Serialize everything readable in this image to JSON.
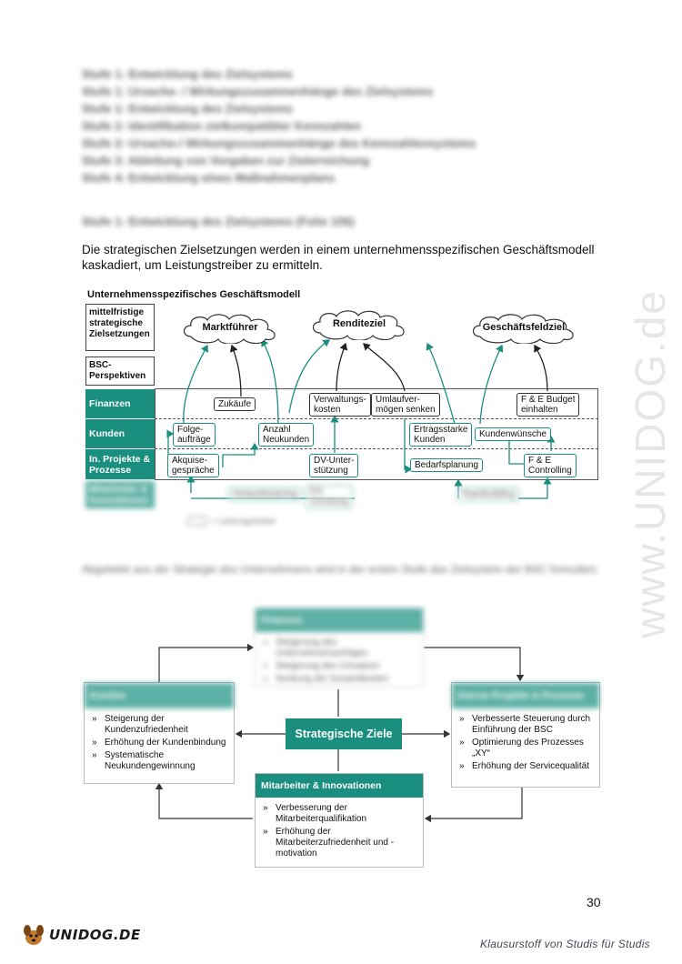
{
  "toc": {
    "lines": [
      "Stufe 1: Entwicklung des Zielsystems",
      "Stufe 1: Ursache- / Wirkungszusammenhänge des Zielsystems",
      "Stufe 1: Entwicklung des Zielsystems",
      "Stufe 2: Identifikation zielkompatibler Kennzahlen",
      "Stufe 2: Ursache-/ Wirkungszusammenhänge des Kennzahlensystems",
      "Stufe 3: Ableitung von Vorgaben zur Zielerreichung",
      "Stufe 4: Entwicklung eines Maßnahmenplans"
    ]
  },
  "section_heading": "Stufe 1: Entwicklung des Zielsystems (Folie 106)",
  "intro": "Die strategischen Zielsetzungen werden in einem unternehmensspezifischen Geschäftsmodell kaskadiert, um Leistungstreiber zu ermitteln.",
  "watermark": "www.UNIDOG.de",
  "diagram1": {
    "title": "Unternehmensspezifisches Geschäftsmodell",
    "label_ziele": "mittelfristige strategische Zielsetzungen",
    "label_bsc": "BSC-Perspektiven",
    "rows": [
      "Finanzen",
      "Kunden",
      "In. Projekte & Prozesse",
      "Mitarbeiter & Innovationen"
    ],
    "clouds": [
      "Marktführer",
      "Renditeziel",
      "Geschäftsfeldziel"
    ],
    "nodes": {
      "zukaeufe": "Zukäufe",
      "verwaltungskosten": "Verwaltungs-\nkosten",
      "umlaufvermoegen": "Umlaufver-\nmögen senken",
      "fe_budget": "F & E Budget\neinhalten",
      "folgeauftraege": "Folge-\naufträge",
      "anzahl_neukunden": "Anzahl\nNeukunden",
      "ertragsstarke": "Ertragsstarke\nKunden",
      "kundenwuensche": "Kundenwünsche",
      "akquisegespraeche": "Akquise-\ngespräche",
      "dv_unterstuetzung": "DV-Unter-\nstützung",
      "bedarfsplanung": "Bedarfsplanung",
      "fe_controlling": "F & E\nControlling",
      "verkaufstraining": "Verkaufstraining",
      "dv_schulung": "DV-\nSchulung",
      "teambuilding": "Teambuilding"
    },
    "legend": "= Leistungstreiber"
  },
  "para2": "Abgeleitet aus der Strategie des Unternehmens wird in der ersten Stufe das Zielsystem der BSC formuliert.",
  "diagram2": {
    "center": "Strategische Ziele",
    "finanzen": {
      "title": "Finanzen",
      "items": [
        "Steigerung des Unternehmenserfolges",
        "Steigerung des Umsatzes",
        "Senkung der Gesamtkosten"
      ]
    },
    "kunden": {
      "title": "Kunden",
      "items": [
        "Steigerung der Kundenzufriedenheit",
        "Erhöhung der Kundenbindung",
        "Systematische Neukundengewinnung"
      ]
    },
    "interne": {
      "title": "Interne Projekte & Prozesse",
      "items": [
        "Verbesserte Steuerung durch Einführung der BSC",
        "Optimierung des Prozesses „XY“",
        "Erhöhung der Servicequalität"
      ]
    },
    "mitarbeiter": {
      "title": "Mitarbeiter & Innovationen",
      "items": [
        "Verbesserung der Mitarbeiterqualifikation",
        "Erhöhung der Mitarbeiterzufriedenheit und -motivation"
      ]
    }
  },
  "page_number": "30",
  "footer_brand": "UNIDOG.DE",
  "footer_tagline": "Klausurstoff von Studis für Studis"
}
